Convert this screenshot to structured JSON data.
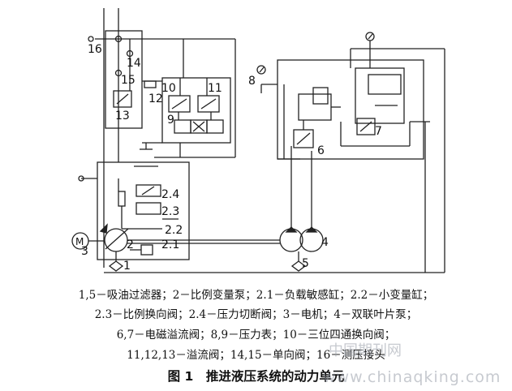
{
  "labels": {
    "n16": "16",
    "n14": "14",
    "n15": "15",
    "n12": "12",
    "n13": "13",
    "n10": "10",
    "n11": "11",
    "n9": "9",
    "n8": "8",
    "n6": "6",
    "n7": "7",
    "n2_4": "2.4",
    "n2_3": "2.3",
    "n2_2": "2.2",
    "n2_1": "2.1",
    "n2": "2",
    "n3": "3",
    "n1": "1",
    "n4": "4",
    "n5": "5",
    "motor": "M"
  },
  "caption": {
    "line1": "1,5－吸油过滤器；2－比例变量泵；2.1－负载敏感缸；2.2－小变量缸；",
    "line2": "2.3－比例换向阀；2.4－压力切断阀；3－电机；4－双联叶片泵；",
    "line3": "6,7－电磁溢流阀；8,9－压力表；10－三位四通换向阀；",
    "line4": "11,12,13－溢流阀；14,15－单向阀；16－测压接头",
    "title": "图 1　推进液压系统的动力单元"
  },
  "watermark": {
    "cn": "中国期刊网",
    "url": "www.chinaqking.com"
  }
}
